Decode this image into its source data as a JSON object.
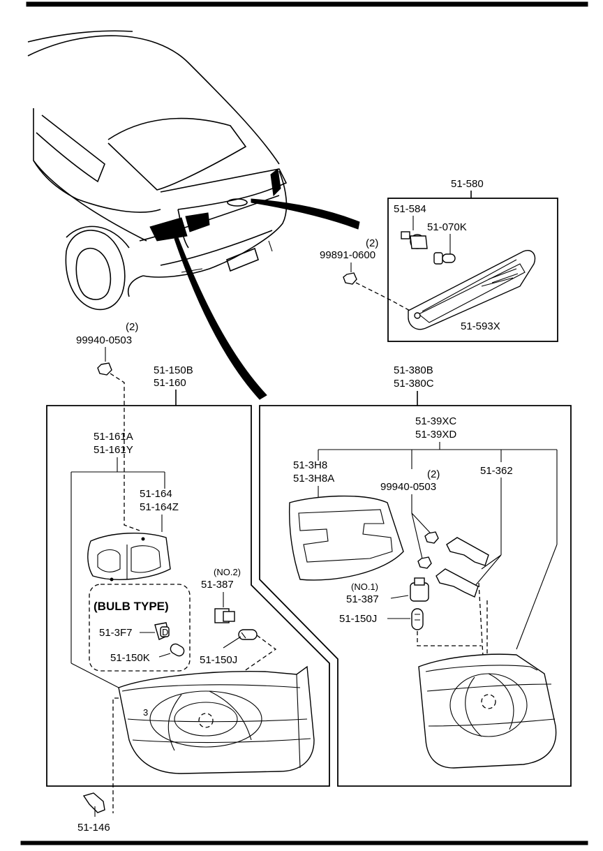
{
  "labels": {
    "p51_580": "51-580",
    "p51_584": "51-584",
    "p51_070K": "51-070K",
    "qty_99891": "(2)",
    "p99891_0600": "99891-0600",
    "p51_593X": "51-593X",
    "qty_99940_left": "(2)",
    "p99940_0503_left": "99940-0503",
    "p51_150B": "51-150B",
    "p51_160": "51-160",
    "p51_161A": "51-161A",
    "p51_161Y": "51-161Y",
    "p51_164": "51-164",
    "p51_164Z": "51-164Z",
    "bulb_type": "(BULB TYPE)",
    "p51_3F7": "51-3F7",
    "p51_150K": "51-150K",
    "no2": "(NO.2)",
    "p51_387_left": "51-387",
    "p51_150J_left": "51-150J",
    "p51_146": "51-146",
    "p51_380B": "51-380B",
    "p51_380C": "51-380C",
    "p51_39XC": "51-39XC",
    "p51_39XD": "51-39XD",
    "p51_3H8": "51-3H8",
    "p51_3H8A": "51-3H8A",
    "qty_99940_right": "(2)",
    "p99940_0503_right": "99940-0503",
    "p51_362": "51-362",
    "no1": "(NO.1)",
    "p51_387_right": "51-387",
    "p51_150J_right": "51-150J"
  }
}
